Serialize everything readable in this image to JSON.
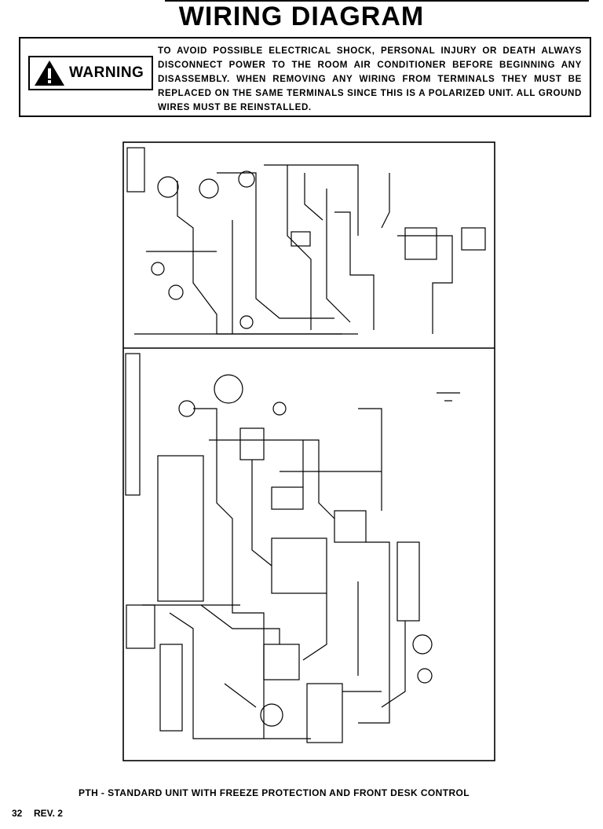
{
  "header": {
    "title": "WIRING DIAGRAM"
  },
  "warning": {
    "badge_label": "WARNING",
    "icon": "exclamation-triangle-icon",
    "text": "TO AVOID POSSIBLE ELECTRICAL SHOCK, PERSONAL INJURY OR DEATH ALWAYS DISCONNECT POWER TO THE ROOM AIR CONDITIONER BEFORE BEGINNING ANY DISASSEMBLY. WHEN REMOVING ANY WIRING FROM TERMINALS THEY MUST BE REPLACED ON THE SAME TERMINALS SINCE THIS IS A POLARIZED UNIT. ALL GROUND WIRES MUST BE REINSTALLED."
  },
  "diagram": {
    "description_icon": "wiring-schematic-icon"
  },
  "footer": {
    "caption": "PTH - STANDARD UNIT WITH FREEZE PROTECTION AND FRONT DESK CONTROL",
    "page_number": "32",
    "revision": "REV. 2"
  }
}
